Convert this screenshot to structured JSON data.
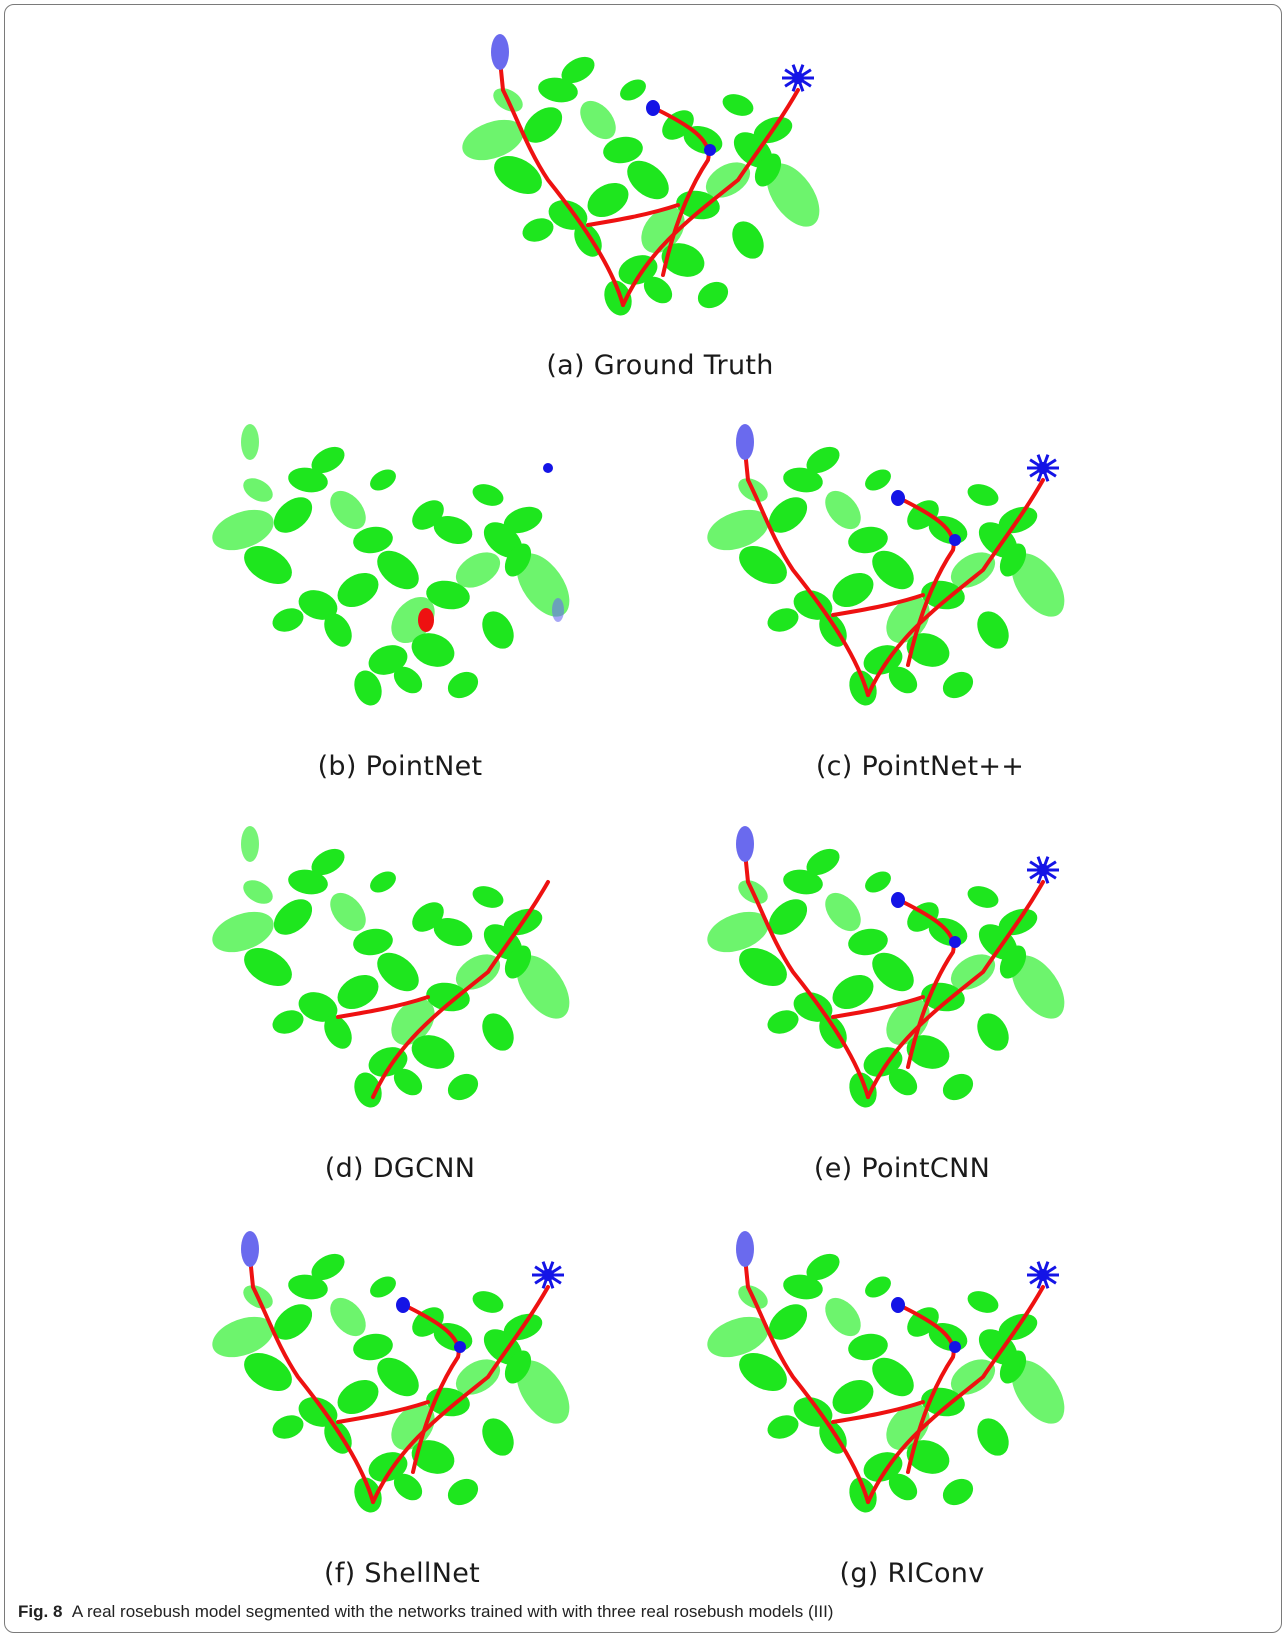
{
  "figure": {
    "colors": {
      "leaf": "#1ee61e",
      "leaf_light": "#3cf03c",
      "stem": "#ee1111",
      "flower": "#1414e6",
      "flower_light": "#6a6aee"
    },
    "panels": [
      {
        "id": "a",
        "label": "(a) Ground Truth",
        "method": "Ground Truth",
        "flowers": "full",
        "stems": "full",
        "bottom_patch": false
      },
      {
        "id": "b",
        "label": "(b) PointNet",
        "method": "PointNet",
        "flowers": "faint",
        "stems": "patch",
        "bottom_patch": true
      },
      {
        "id": "c",
        "label": "(c) PointNet++",
        "method": "PointNet++",
        "flowers": "full",
        "stems": "full",
        "bottom_patch": false
      },
      {
        "id": "d",
        "label": "(d) DGCNN",
        "method": "DGCNN",
        "flowers": "none",
        "stems": "partial",
        "bottom_patch": false
      },
      {
        "id": "e",
        "label": "(e) PointCNN",
        "method": "PointCNN",
        "flowers": "full",
        "stems": "full",
        "bottom_patch": false
      },
      {
        "id": "f",
        "label": "(f) ShellNet",
        "method": "ShellNet",
        "flowers": "full",
        "stems": "full",
        "bottom_patch": false
      },
      {
        "id": "g",
        "label": "(g) RIConv",
        "method": "RIConv",
        "flowers": "full",
        "stems": "full",
        "bottom_patch": false
      }
    ],
    "caption_number": "Fig. 8",
    "caption_text": "A real rosebush model segmented with the networks trained with with three real rosebush models (III)"
  }
}
